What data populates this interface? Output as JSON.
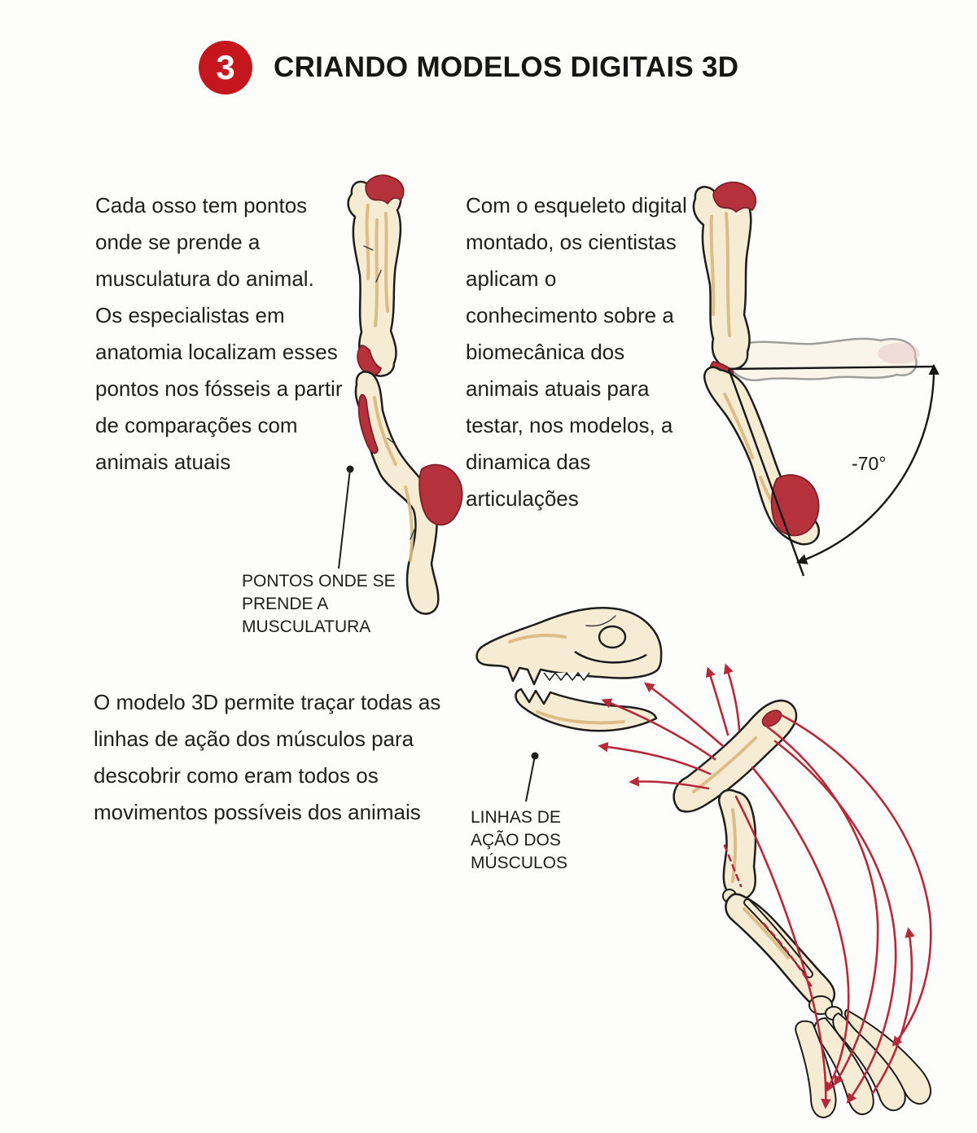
{
  "header": {
    "step_number": "3",
    "title": "CRIANDO MODELOS DIGITAIS 3D"
  },
  "paragraphs": {
    "muscle_points": "Cada osso tem pontos onde se prende a musculatura do animal. Os especialistas em anatomia localizam esses pontos nos fósseis a partir de comparações com animais atuais",
    "biomechanics": "Com o esqueleto digital montado, os cientistas aplicam o conhecimento sobre a biomecânica dos animais atuais para testar, nos modelos, a dinamica das articulações",
    "model_3d": "O modelo 3D permite traçar todas as linhas de ação dos músculos para descobrir como eram todos os movimentos possíveis dos animais"
  },
  "labels": {
    "muscle_attachment": "PONTOS ONDE SE PRENDE A MUSCULATURA",
    "muscle_action_lines": "LINHAS DE AÇÃO DOS MÚSCULOS",
    "joint_angle": "-70°"
  },
  "colors": {
    "accent_red": "#c5161d",
    "muscle_red": "#b5323c",
    "action_line_red": "#b5293a",
    "bone_fill": "#f6ecd4",
    "bone_shade": "#d9b87f",
    "outline": "#1d1d1b"
  }
}
